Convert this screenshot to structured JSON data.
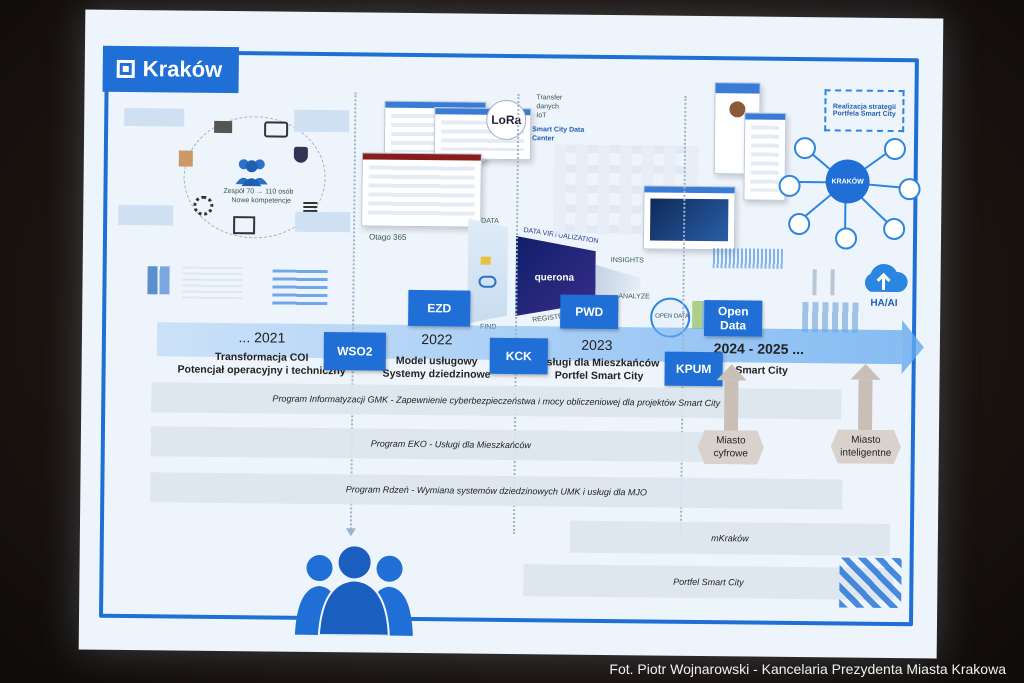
{
  "brand": {
    "name": "Kraków"
  },
  "timeline": {
    "y2021": {
      "year": "... 2021",
      "line1": "Transformacja COI",
      "line2": "Potencjał operacyjny i techniczny"
    },
    "y2022": {
      "year": "2022",
      "line1": "Model usługowy",
      "line2": "Systemy dziedzinowe"
    },
    "y2023": {
      "year": "2023",
      "line1": "Usługi dla Mieszkańców",
      "line2": "Portfel Smart City"
    },
    "y2024": {
      "year": "2024 - 2025 ...",
      "line1": "Smart City"
    }
  },
  "boxes": {
    "wso2": "WSO2",
    "ezd": "EZD",
    "kck": "KCK",
    "pwd": "PWD",
    "kpum": "KPUM",
    "open_data": "Open Data"
  },
  "programs": {
    "gmk": "Program Informatyzacji GMK - Zapewnienie cyberbezpieczeństwa i mocy obliczeniowej dla projektów Smart City",
    "eko": "Program EKO - Usługi dla Mieszkańców",
    "rdzen": "Program Rdzeń - Wymiana systemów dziedzinowych UMK i usługi dla MJO",
    "mkrakow": "mKraków",
    "portfel": "Portfel Smart City"
  },
  "badges": {
    "miasto_cyfrowe_1": "Miasto",
    "miasto_cyfrowe_2": "cyfrowe",
    "miasto_inteligentne_1": "Miasto",
    "miasto_inteligentne_2": "inteligentne"
  },
  "labels": {
    "otago": "Otago 365",
    "lora": "LoRa",
    "transfer_1": "Transfer",
    "transfer_2": "danych",
    "transfer_3": "IoT",
    "datacenter_1": "Smart City Data",
    "datacenter_2": "Center",
    "data": "DATA",
    "virtualization": "DATA VIRTUALIZATION",
    "querona": "querona",
    "insights": "INSIGHTS",
    "analyze": "ANALYZE",
    "registers": "REGISTERS",
    "find": "FIND",
    "opendata": "OPEN DATA",
    "strategy_1": "Realizacja strategii",
    "strategy_2": "Portfela Smart City",
    "krakow_node": "KRAKÓW",
    "haai": "HA/AI",
    "zespol": "Zespół 70 → 110 osób",
    "kompetencje": "Nowe kompetencje"
  },
  "photo_credit": "Fot. Piotr Wojnarowski - Kancelaria Prezydenta Miasta Krakowa",
  "colors": {
    "accent": "#1f6fd6",
    "program_bg": "#dce4ee",
    "badge": "#d9d2cc"
  }
}
